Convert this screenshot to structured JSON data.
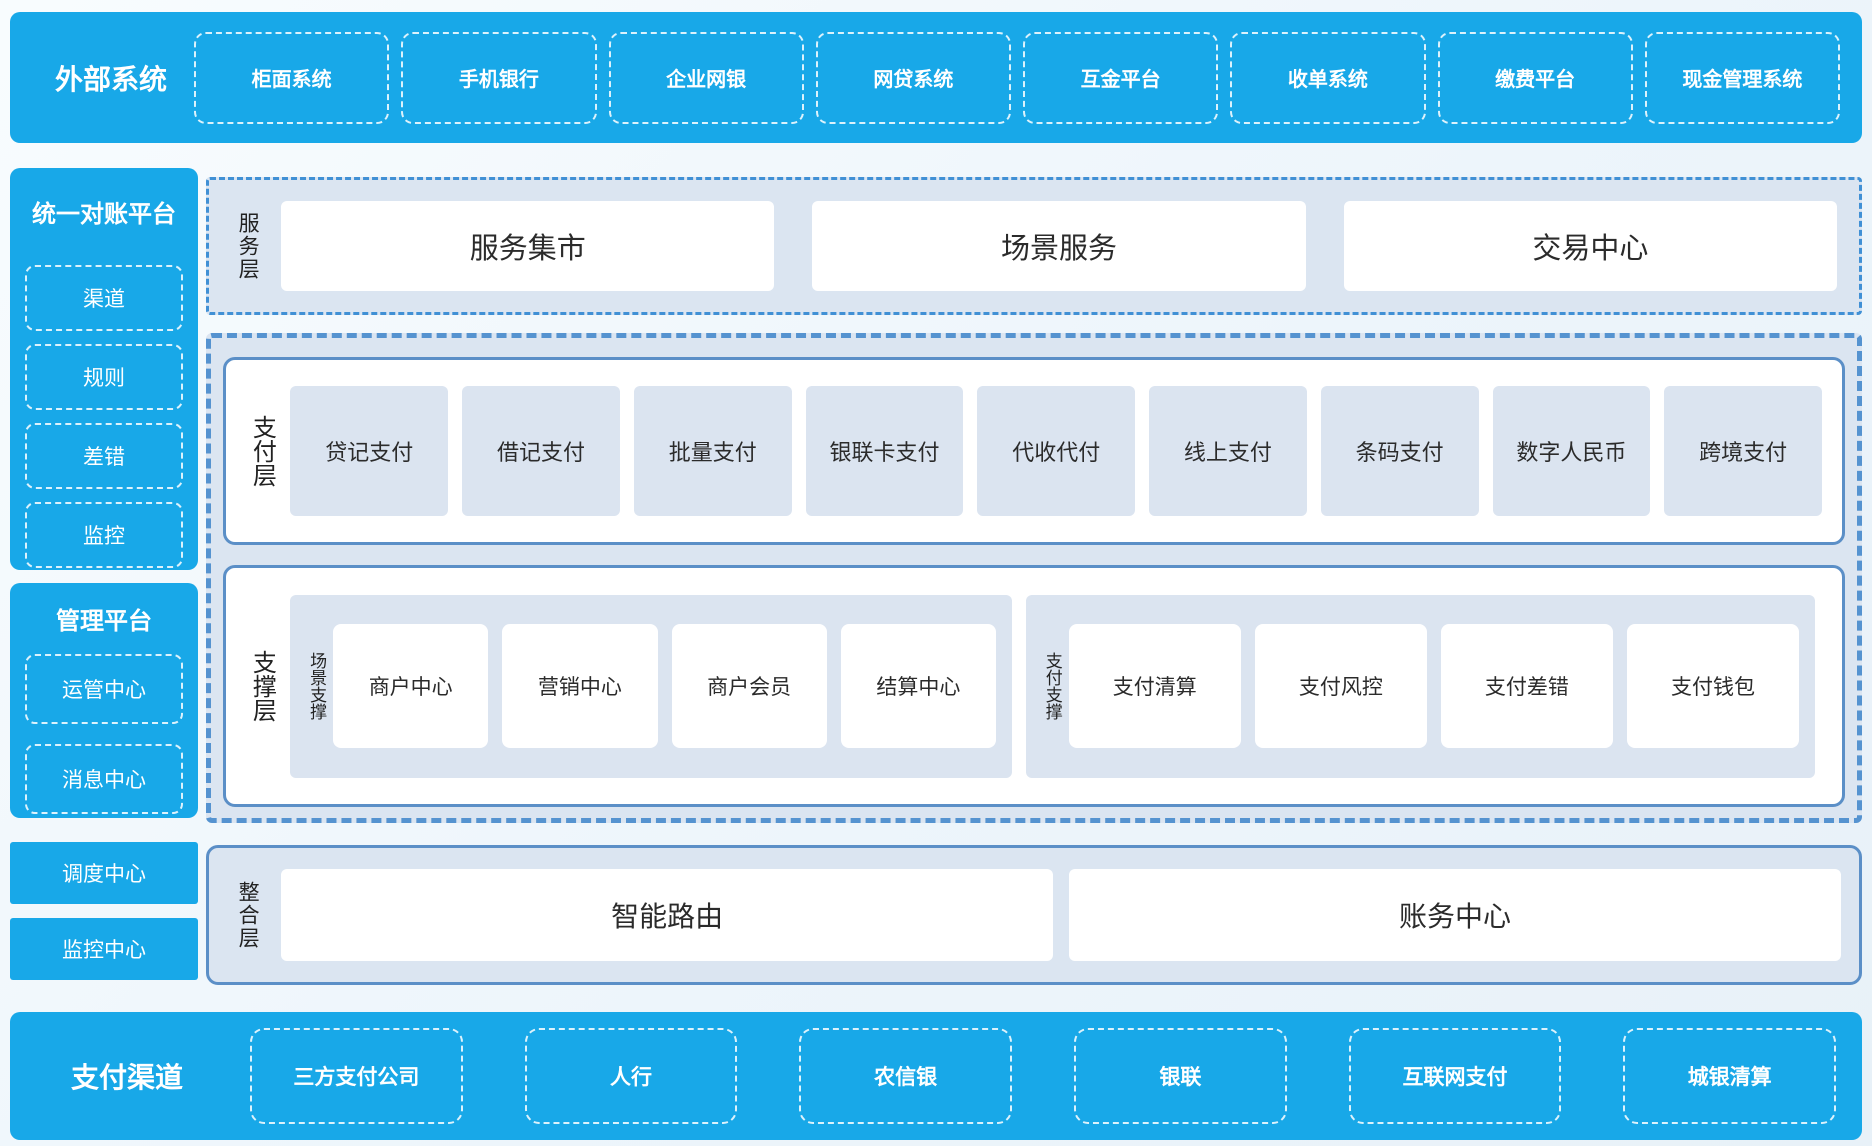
{
  "colors": {
    "primary_blue": "#18a8e8",
    "panel_bg": "#dbe5f1",
    "item_bg": "#dbe4f0",
    "solid_border_blue": "#5b8fc7",
    "dashed_border_blue": "#5593d0",
    "text_dark": "#2b2b2b"
  },
  "external_systems": {
    "title": "外部系统",
    "items": [
      "柜面系统",
      "手机银行",
      "企业网银",
      "网贷系统",
      "互金平台",
      "收单系统",
      "缴费平台",
      "现金管理系统"
    ]
  },
  "left_panels": [
    {
      "title": "统一对账平台",
      "items": [
        "渠道",
        "规则",
        "差错",
        "监控"
      ]
    },
    {
      "title": "管理平台",
      "items": [
        "运管中心",
        "消息中心"
      ]
    }
  ],
  "left_blocks": [
    "调度中心",
    "监控中心"
  ],
  "service_layer": {
    "label": "服务层",
    "items": [
      "服务集市",
      "场景服务",
      "交易中心"
    ]
  },
  "payment_layer": {
    "label": "支付层",
    "items": [
      "贷记支付",
      "借记支付",
      "批量支付",
      "银联卡支付",
      "代收代付",
      "线上支付",
      "条码支付",
      "数字人民币",
      "跨境支付"
    ]
  },
  "support_layer": {
    "label": "支撑层",
    "groups": [
      {
        "label": "场景支撑",
        "items": [
          "商户中心",
          "营销中心",
          "商户会员",
          "结算中心"
        ]
      },
      {
        "label": "支付支撑",
        "items": [
          "支付清算",
          "支付风控",
          "支付差错",
          "支付钱包"
        ]
      }
    ]
  },
  "integration_layer": {
    "label": "整合层",
    "items": [
      "智能路由",
      "账务中心"
    ]
  },
  "payment_channels": {
    "title": "支付渠道",
    "items": [
      "三方支付公司",
      "人行",
      "农信银",
      "银联",
      "互联网支付",
      "城银清算"
    ]
  }
}
